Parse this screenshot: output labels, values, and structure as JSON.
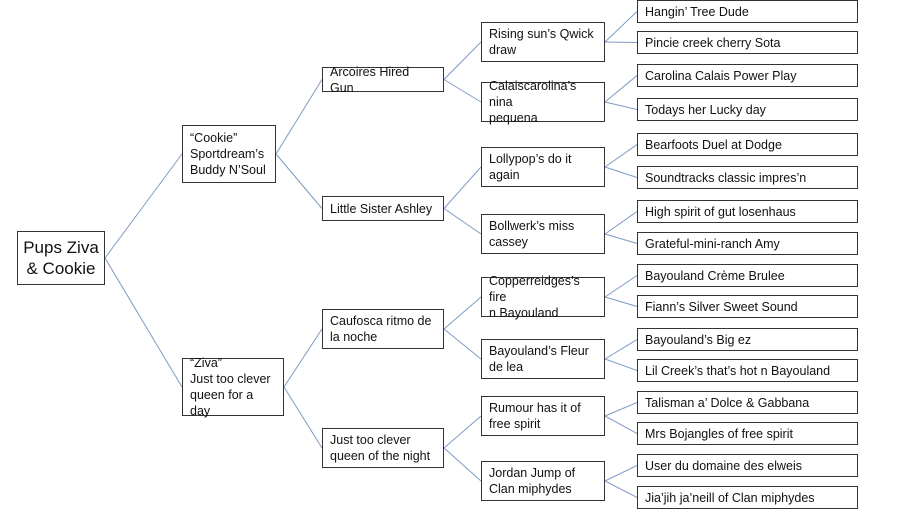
{
  "line_color": "#7f9bc4",
  "tree": {
    "root": "Pups Ziva\n& Cookie",
    "parents": [
      "“Cookie”\nSportdream’s\nBuddy N’Soul",
      "“Ziva”\nJust too clever\nqueen for a day"
    ],
    "grandparents": [
      "Arcoires Hired Gun",
      "Little Sister Ashley",
      "Caufosca ritmo de\nla noche",
      "Just too clever\nqueen of the night"
    ],
    "great_grandparents": [
      "Rising sun’s Qwick\ndraw",
      "Calaiscarolina’s nina\npequena",
      "Lollypop’s do it\nagain",
      "Bollwerk’s miss\ncassey",
      "Copperreidges’s fire\nn Bayouland",
      "Bayouland’s Fleur\nde lea",
      "Rumour has it of\nfree spirit",
      "Jordan Jump of\nClan miphydes"
    ],
    "great_great_grandparents": [
      "Hangin’ Tree Dude",
      "Pincie creek cherry Sota",
      "Carolina Calais Power Play",
      "Todays her Lucky day",
      "Bearfoots Duel at Dodge",
      "Soundtracks classic impres’n",
      "High spirit of gut losenhaus",
      "Grateful-mini-ranch Amy",
      "Bayouland Crème Brulee",
      "Fiann’s Silver Sweet Sound",
      "Bayouland’s Big ez",
      "Lil Creek’s that’s hot n Bayouland",
      "Talisman a’ Dolce & Gabbana",
      "Mrs Bojangles of free spirit",
      "User du domaine des elweis",
      "Jia’jih ja’neill of Clan miphydes"
    ]
  }
}
